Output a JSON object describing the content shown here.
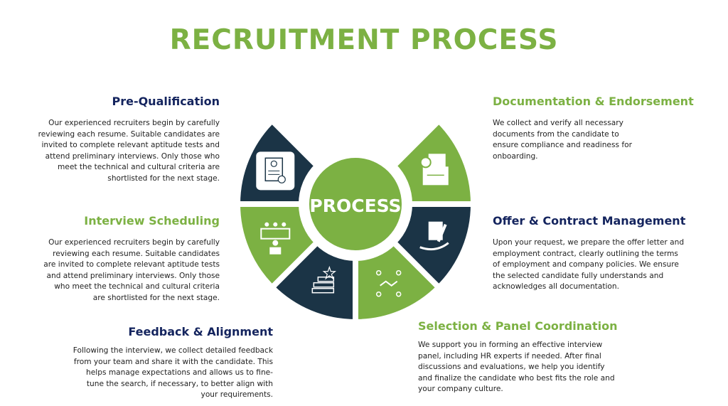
{
  "title": "RECRUITMENT PROCESS",
  "center_label": "PROCESS",
  "colors": {
    "green": "#7cb143",
    "navy": "#14245e",
    "dark_segment": "#1b3446"
  },
  "sections": {
    "pre_qualification": {
      "heading": "Pre-Qualification",
      "body": "Our experienced recruiters begin by carefully reviewing each resume. Suitable candidates are invited to complete relevant aptitude tests and attend preliminary interviews. Only those who meet the technical and cultural criteria are shortlisted for the next stage."
    },
    "interview_scheduling": {
      "heading": "Interview Scheduling",
      "body": "Our experienced recruiters begin by carefully reviewing each resume. Suitable candidates are invited to complete relevant aptitude tests and attend preliminary interviews. Only those who meet the technical and cultural criteria are shortlisted for the next stage."
    },
    "feedback_alignment": {
      "heading": "Feedback & Alignment",
      "body": "Following the interview, we collect detailed feedback from your team and share it with the candidate. This helps manage expectations and allows us to fine-tune the search, if necessary, to better align with your requirements."
    },
    "documentation": {
      "heading": "Documentation & Endorsement",
      "body": "We collect and verify all necessary documents from the candidate to ensure compliance and readiness for onboarding."
    },
    "offer_contract": {
      "heading": "Offer & Contract Management",
      "body": "Upon your request, we prepare the offer letter and employment contract, clearly outlining the terms of employment and company policies. We ensure the selected candidate fully understands and acknowledges all documentation."
    },
    "selection_panel": {
      "heading": "Selection & Panel Coordination",
      "body": "We support you in forming an effective interview panel, including HR experts if needed. After final discussions and evaluations, we help you identify and finalize the candidate who best fits the role and your company culture."
    }
  },
  "segments": [
    {
      "icon": "resume-document-icon",
      "color": "dark"
    },
    {
      "icon": "interview-panel-icon",
      "color": "green"
    },
    {
      "icon": "books-achievement-icon",
      "color": "dark"
    },
    {
      "icon": "handshake-team-icon",
      "color": "green"
    },
    {
      "icon": "contract-hand-icon",
      "color": "dark"
    },
    {
      "icon": "folder-documents-icon",
      "color": "green"
    }
  ]
}
